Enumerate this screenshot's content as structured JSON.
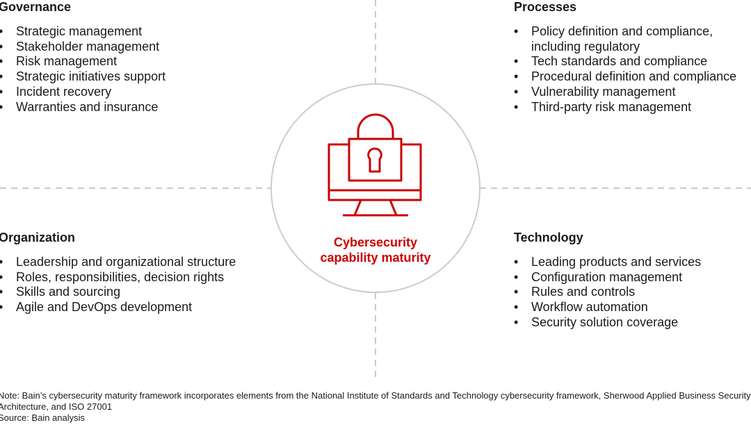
{
  "quadrants": {
    "governance": {
      "title": "Governance",
      "items": [
        "Strategic management",
        "Stakeholder management",
        "Risk management",
        "Strategic initiatives support",
        "Incident recovery",
        "Warranties and insurance"
      ]
    },
    "processes": {
      "title": "Processes",
      "items": [
        "Policy definition and compliance, including regulatory",
        "Tech standards and compliance",
        "Procedural definition and compliance",
        "Vulnerability management",
        "Third-party risk management"
      ]
    },
    "organization": {
      "title": "Organization",
      "items": [
        "Leadership and organizational structure",
        "Roles, responsibilities, decision rights",
        "Skills and sourcing",
        "Agile and DevOps development"
      ]
    },
    "technology": {
      "title": "Technology",
      "items": [
        "Leading products and services",
        "Configuration management",
        "Rules and controls",
        "Workflow automation",
        "Security solution coverage"
      ]
    }
  },
  "center": {
    "label_line1": "Cybersecurity",
    "label_line2": "capability maturity",
    "icon": "monitor-padlock-icon",
    "accent_color": "#cc0000"
  },
  "footnotes": {
    "note": "Note: Bain’s cybersecurity maturity framework incorporates elements from the National Institute of Standards and Technology cybersecurity framework, Sherwood Applied Business Security Architecture, and ISO 27001",
    "source": "Source: Bain analysis"
  },
  "colors": {
    "divider": "#c8c8c8",
    "circle": "#cccccc",
    "accent": "#cc0000"
  }
}
